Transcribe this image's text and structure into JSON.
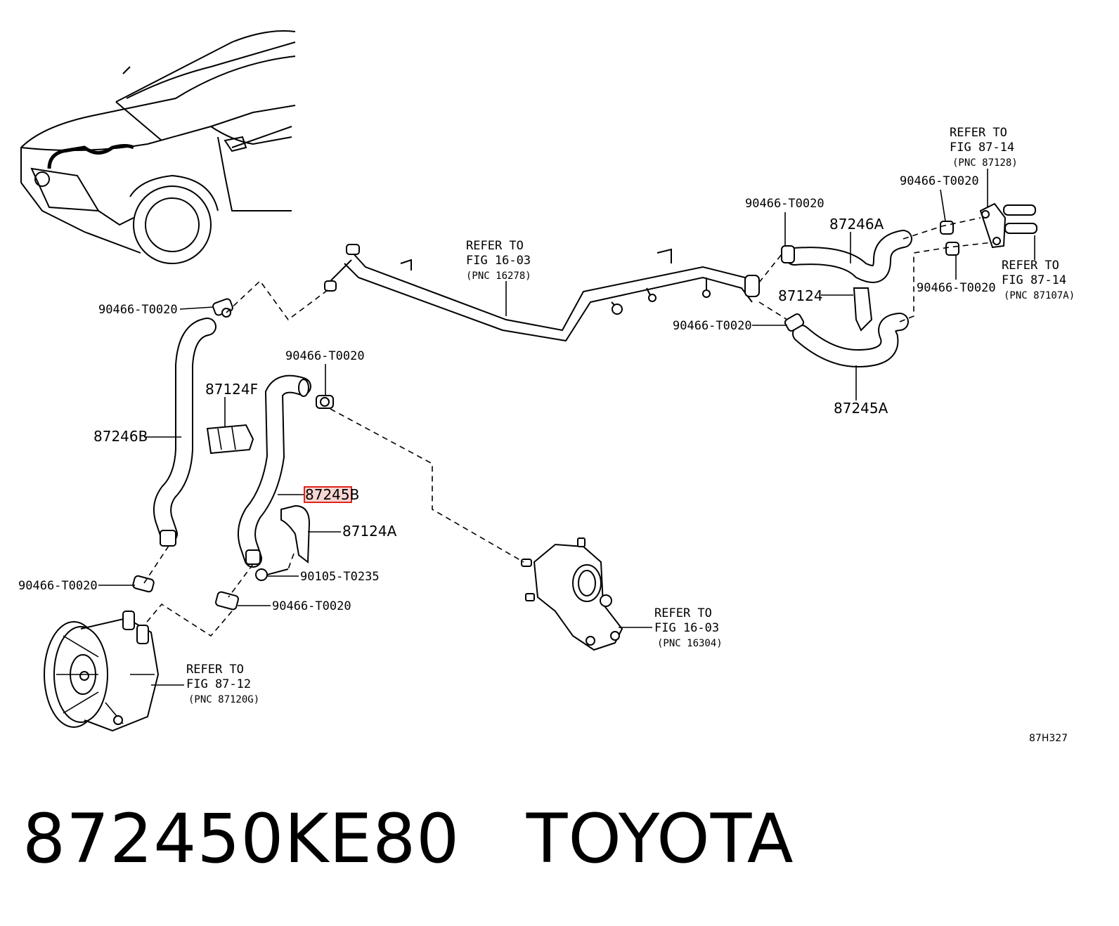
{
  "caption": {
    "part_number": "872450KE80",
    "brand": "TOYOTA"
  },
  "figure_code": "87H327",
  "labels": {
    "clamp_1": "90466-T0020",
    "clamp_2": "90466-T0020",
    "clamp_3": "90466-T0020",
    "clamp_4": "90466-T0020",
    "clamp_5": "90466-T0020",
    "clamp_6": "90466-T0020",
    "clamp_7": "90466-T0020",
    "clamp_8": "90466-T0020",
    "hose_87246B": "87246B",
    "hose_87245B": "87245B",
    "hose_87246A": "87246A",
    "hose_87245A": "87245A",
    "clamp_87124": "87124",
    "clamp_87124F": "87124F",
    "bracket_87124A": "87124A",
    "bolt_90105": "90105-T0235"
  },
  "refs": {
    "pipe": {
      "line1": "REFER TO",
      "line2": "FIG 16-03",
      "line3": "(PNC 16278)"
    },
    "heater_top": {
      "line1": "REFER TO",
      "line2": "FIG 87-14",
      "line3": "(PNC 87128)"
    },
    "heater_right": {
      "line1": "REFER TO",
      "line2": "FIG 87-14",
      "line3": "(PNC 87107A)"
    },
    "water_pump": {
      "line1": "REFER TO",
      "line2": "FIG 16-03",
      "line3": "(PNC 16304)"
    },
    "vacuum_pump": {
      "line1": "REFER TO",
      "line2": "FIG 87-12",
      "line3": "(PNC 87120G)"
    }
  },
  "highlight_color": "#e0241b"
}
